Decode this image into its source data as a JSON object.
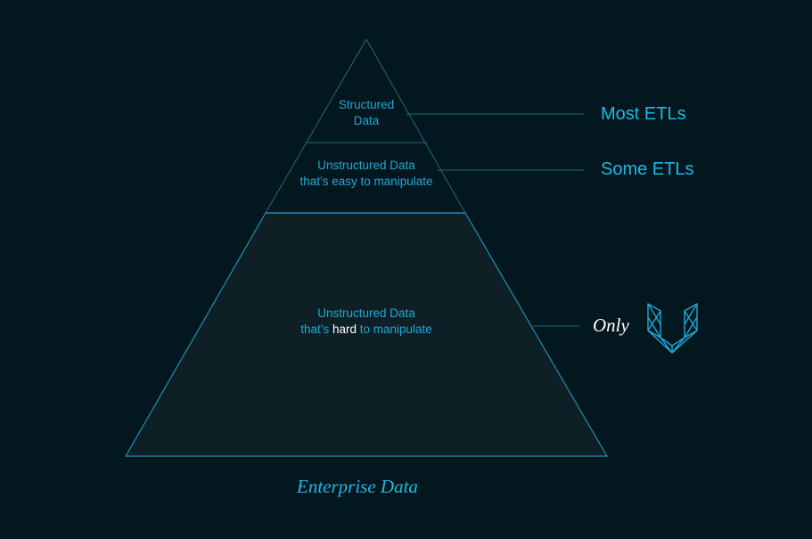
{
  "tiers": {
    "top": {
      "line1": "Structured",
      "line2": "Data",
      "etl_label": "Most ETLs"
    },
    "middle": {
      "line1": "Unstructured Data",
      "line2": "that’s easy to manipulate",
      "etl_label": "Some ETLs"
    },
    "bottom": {
      "line1": "Unstructured Data",
      "line2_pre": "that’s ",
      "line2_highlight": "hard",
      "line2_post": " to manipulate",
      "etl_label": "Only"
    }
  },
  "caption": "Enterprise Data",
  "logo": {
    "icon": "unstructured-logo-icon"
  },
  "colors": {
    "background": "#03171e",
    "accent": "#1fb8e6",
    "pyramid_stroke": "#1f7f9c",
    "bottom_fill": "#0f1f26",
    "highlight": "#ffffff"
  }
}
